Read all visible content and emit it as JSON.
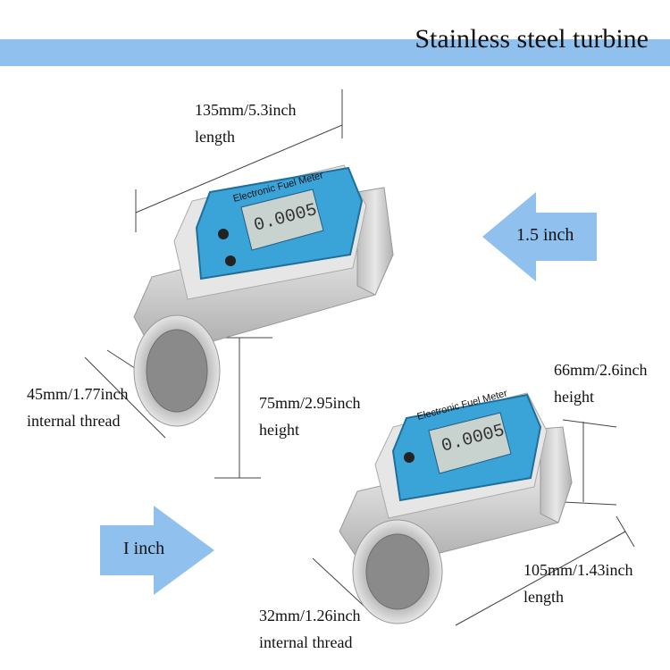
{
  "title": "Stainless steel turbine",
  "large_meter": {
    "inlet": "1.5 inch",
    "length": {
      "value": "135mm/5.3inch",
      "word": "length"
    },
    "height": {
      "value": "75mm/2.95inch",
      "word": "height"
    },
    "thread": {
      "value": "45mm/1.77inch",
      "word": "internal thread"
    },
    "display_brand": "Electronic Fuel Meter",
    "display_digits": "0.0005"
  },
  "small_meter": {
    "inlet": "I  inch",
    "length": {
      "value": "105mm/1.43inch",
      "word": "length"
    },
    "height": {
      "value": "66mm/2.6inch",
      "word": "height"
    },
    "thread": {
      "value": "32mm/1.26inch",
      "word": "internal thread"
    },
    "display_brand": "Electronic Fuel Meter",
    "display_digits": "0.0005"
  },
  "colors": {
    "banner": "#8fc0ee",
    "arrow": "#8fc0ee",
    "meter_blue": "#3aa3d8",
    "steel": "#d9d9d9"
  },
  "icons": [
    "arrow-left-icon",
    "arrow-right-icon"
  ]
}
